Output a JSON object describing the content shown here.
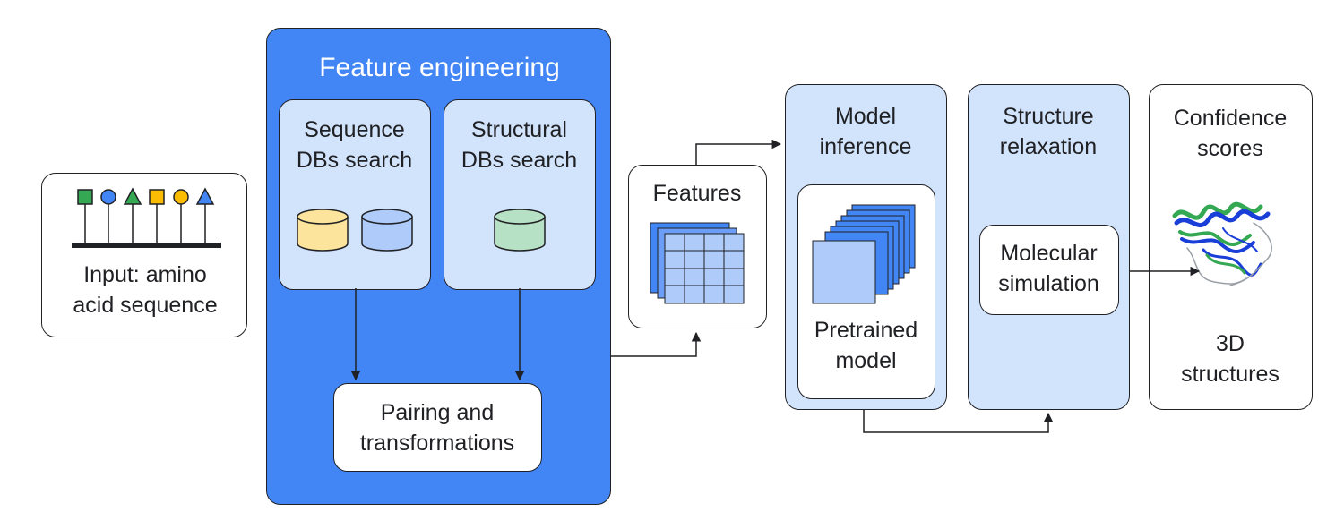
{
  "input": {
    "label": "Input: amino\nacid sequence"
  },
  "feature_engineering": {
    "title": "Feature engineering",
    "sequence_dbs": "Sequence\nDBs search",
    "structural_dbs": "Structural\nDBs search",
    "pairing": "Pairing and\ntransformations"
  },
  "features": {
    "label": "Features"
  },
  "model_inference": {
    "title": "Model\ninference",
    "pretrained": "Pretrained\nmodel"
  },
  "structure_relaxation": {
    "title": "Structure\nrelaxation",
    "molecular": "Molecular\nsimulation"
  },
  "output": {
    "confidence": "Confidence\nscores",
    "structures": "3D\nstructures"
  },
  "colors": {
    "blue": "#4285f4",
    "light_blue": "#d2e3fc",
    "green": "#34a853",
    "yellow": "#fbbc04",
    "db_yellow": "#fde49c",
    "db_blue": "#aecbfa",
    "db_green": "#b7e1c4"
  }
}
